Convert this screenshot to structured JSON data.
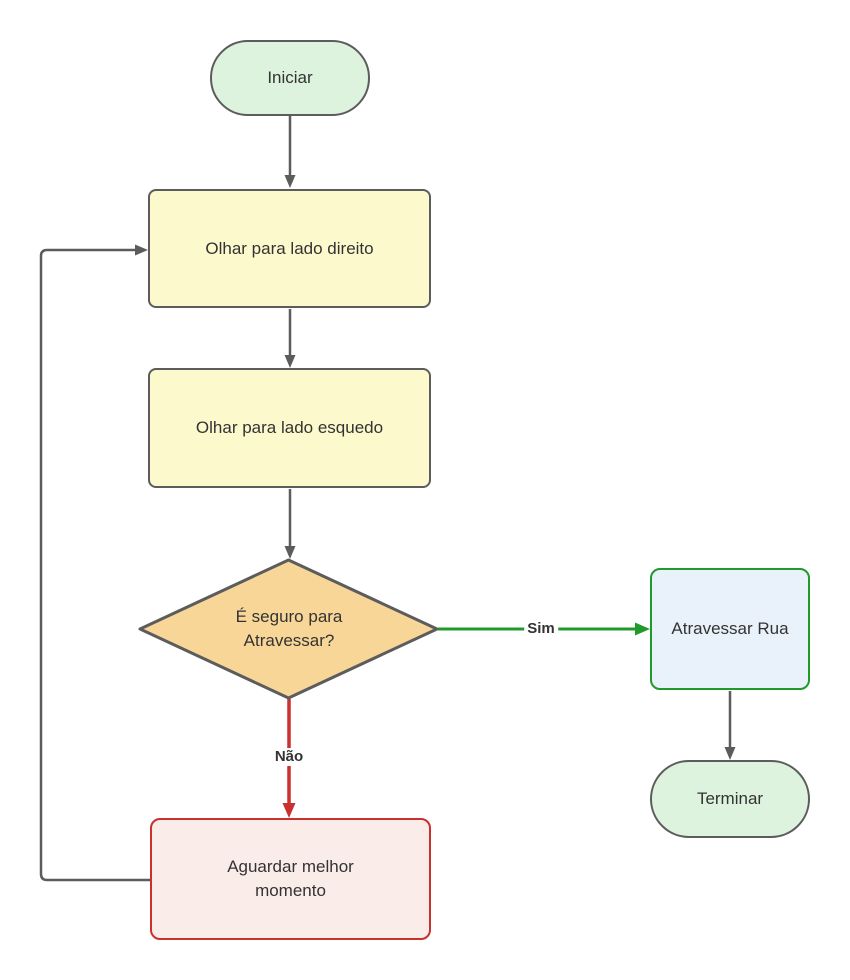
{
  "colors": {
    "background": "#ffffff",
    "node_stroke": "#5c5c5c",
    "text": "#333333",
    "terminator_fill": "#ddf3de",
    "process_fill": "#fcf9cd",
    "decision_fill": "#f8d698",
    "cross_fill": "#e9f2fa",
    "cross_stroke": "#219a2c",
    "wait_fill": "#faece9",
    "wait_stroke": "#c9302e",
    "edge_gray": "#5c5c5c",
    "edge_green": "#219a2c",
    "edge_red": "#c9302e"
  },
  "nodes": {
    "iniciar": {
      "label": "Iniciar",
      "shape": "terminator"
    },
    "olhar_direito": {
      "label": "Olhar para lado direito",
      "shape": "process"
    },
    "olhar_esquedo": {
      "label": "Olhar para lado esquedo",
      "shape": "process"
    },
    "decisao": {
      "label": "É seguro para Atravessar?",
      "shape": "decision"
    },
    "atravessar_rua": {
      "label": "Atravessar Rua",
      "shape": "process"
    },
    "terminar": {
      "label": "Terminar",
      "shape": "terminator"
    },
    "aguardar": {
      "label": "Aguardar melhor momento",
      "shape": "process"
    }
  },
  "edges": {
    "sim": {
      "label": "Sim"
    },
    "nao": {
      "label": "Não"
    }
  }
}
